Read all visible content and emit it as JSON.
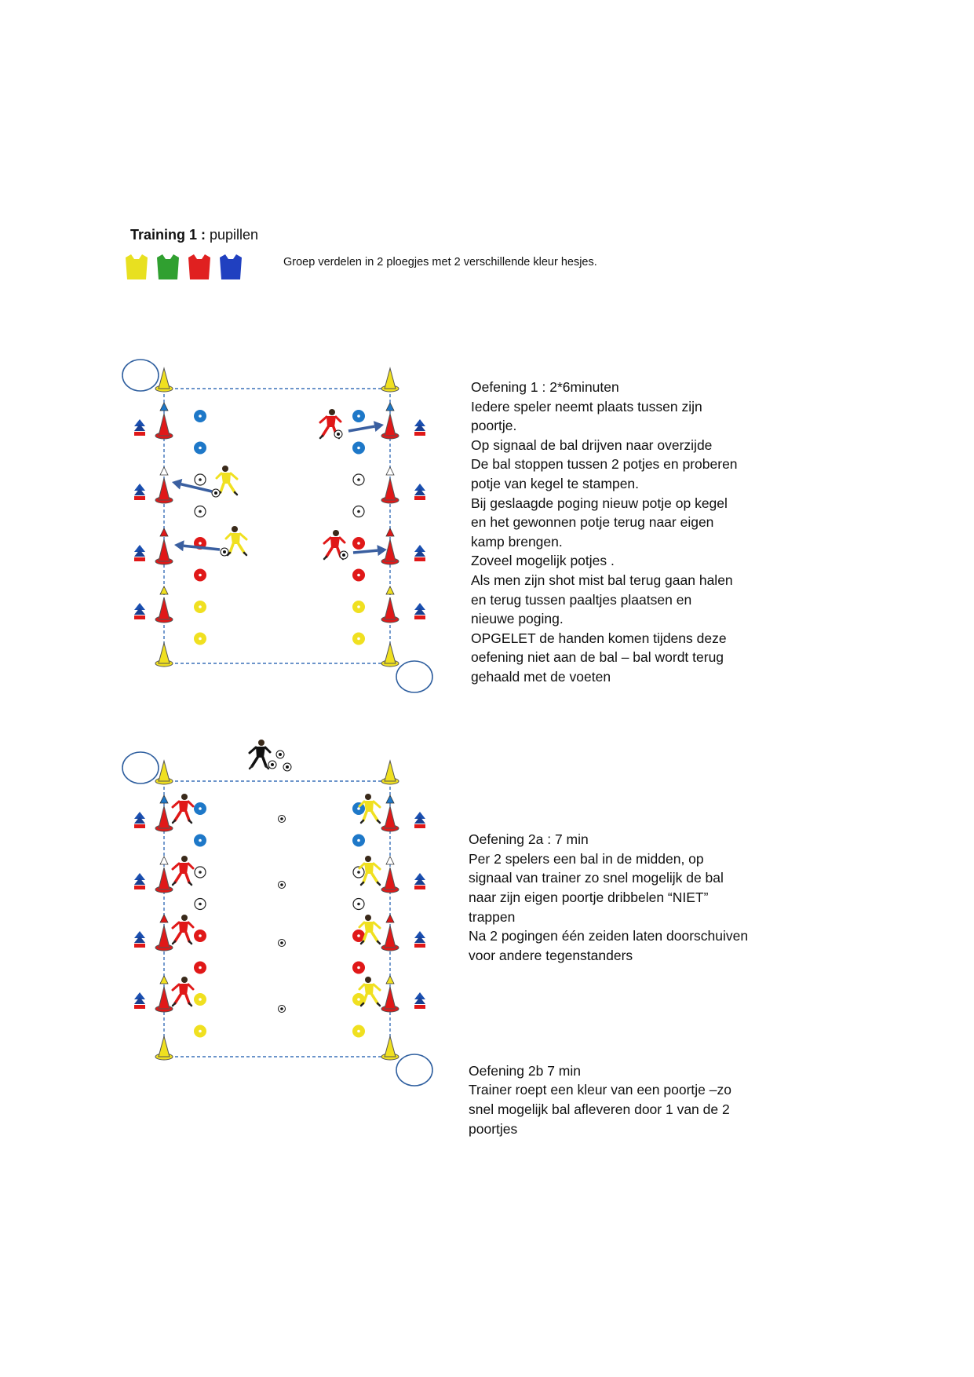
{
  "header": {
    "title_bold": "Training 1 :",
    "title_rest": " pupillen",
    "bib_colors": [
      "#e8e020",
      "#30a030",
      "#e02020",
      "#2040c0"
    ],
    "group_text": "Groep verdelen in 2 ploegjes met 2 verschillende kleur hesjes."
  },
  "exercise1": {
    "lines": [
      "Oefening 1 : 2*6minuten",
      "Iedere speler neemt plaats tussen zijn",
      "poortje.",
      "Op signaal de bal drijven naar overzijde",
      "De bal stoppen tussen 2 potjes en proberen",
      "potje van kegel te stampen.",
      "Bij geslaagde poging nieuw potje op kegel",
      "en het gewonnen potje terug naar eigen",
      "kamp brengen.",
      "Zoveel mogelijk potjes .",
      "Als men zijn shot mist bal terug gaan halen",
      "en terug tussen paaltjes plaatsen en",
      "nieuwe poging.",
      "OPGELET de handen komen tijdens deze",
      "oefening niet aan de bal – bal wordt terug",
      "gehaald met de voeten"
    ]
  },
  "exercise2a": {
    "lines": [
      "Oefening 2a : 7 min",
      "Per 2 spelers een bal in de midden, op",
      "signaal van trainer zo snel mogelijk de bal",
      "naar zijn eigen poortje dribbelen “NIET”",
      "trappen",
      "Na 2 pogingen één zeiden laten doorschuiven",
      "voor andere tegenstanders"
    ]
  },
  "exercise2b": {
    "lines": [
      "Oefening 2b 7 min",
      "Trainer roept een kleur van een poortje –zo",
      "snel mogelijk bal afleveren door 1 van de 2",
      "poortjes"
    ]
  },
  "colors": {
    "blue": "#1e78c8",
    "red": "#e01818",
    "yellow": "#f0e020",
    "line": "#3a70b8",
    "arrow": "#3a5fa0"
  }
}
